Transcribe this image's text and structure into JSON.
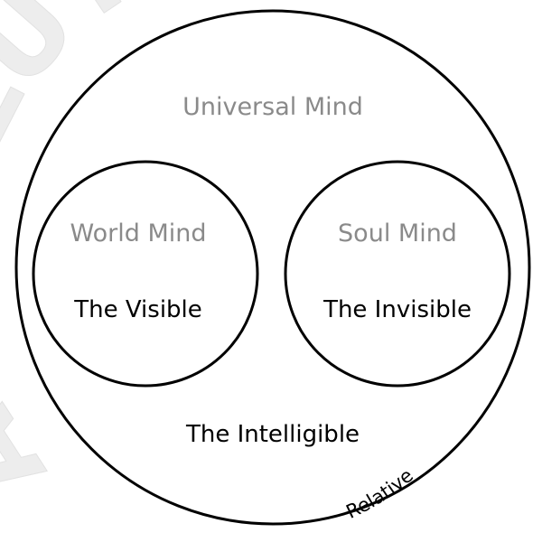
{
  "watermark": {
    "text": "ABSOLUTE",
    "color": "#ededed"
  },
  "diagram": {
    "outer": {
      "title": "Universal Mind",
      "subtitle": "The Intelligible",
      "edge_label": "Relative"
    },
    "left": {
      "title": "World Mind",
      "subtitle": "The Visible"
    },
    "right": {
      "title": "Soul Mind",
      "subtitle": "The Invisible"
    }
  }
}
